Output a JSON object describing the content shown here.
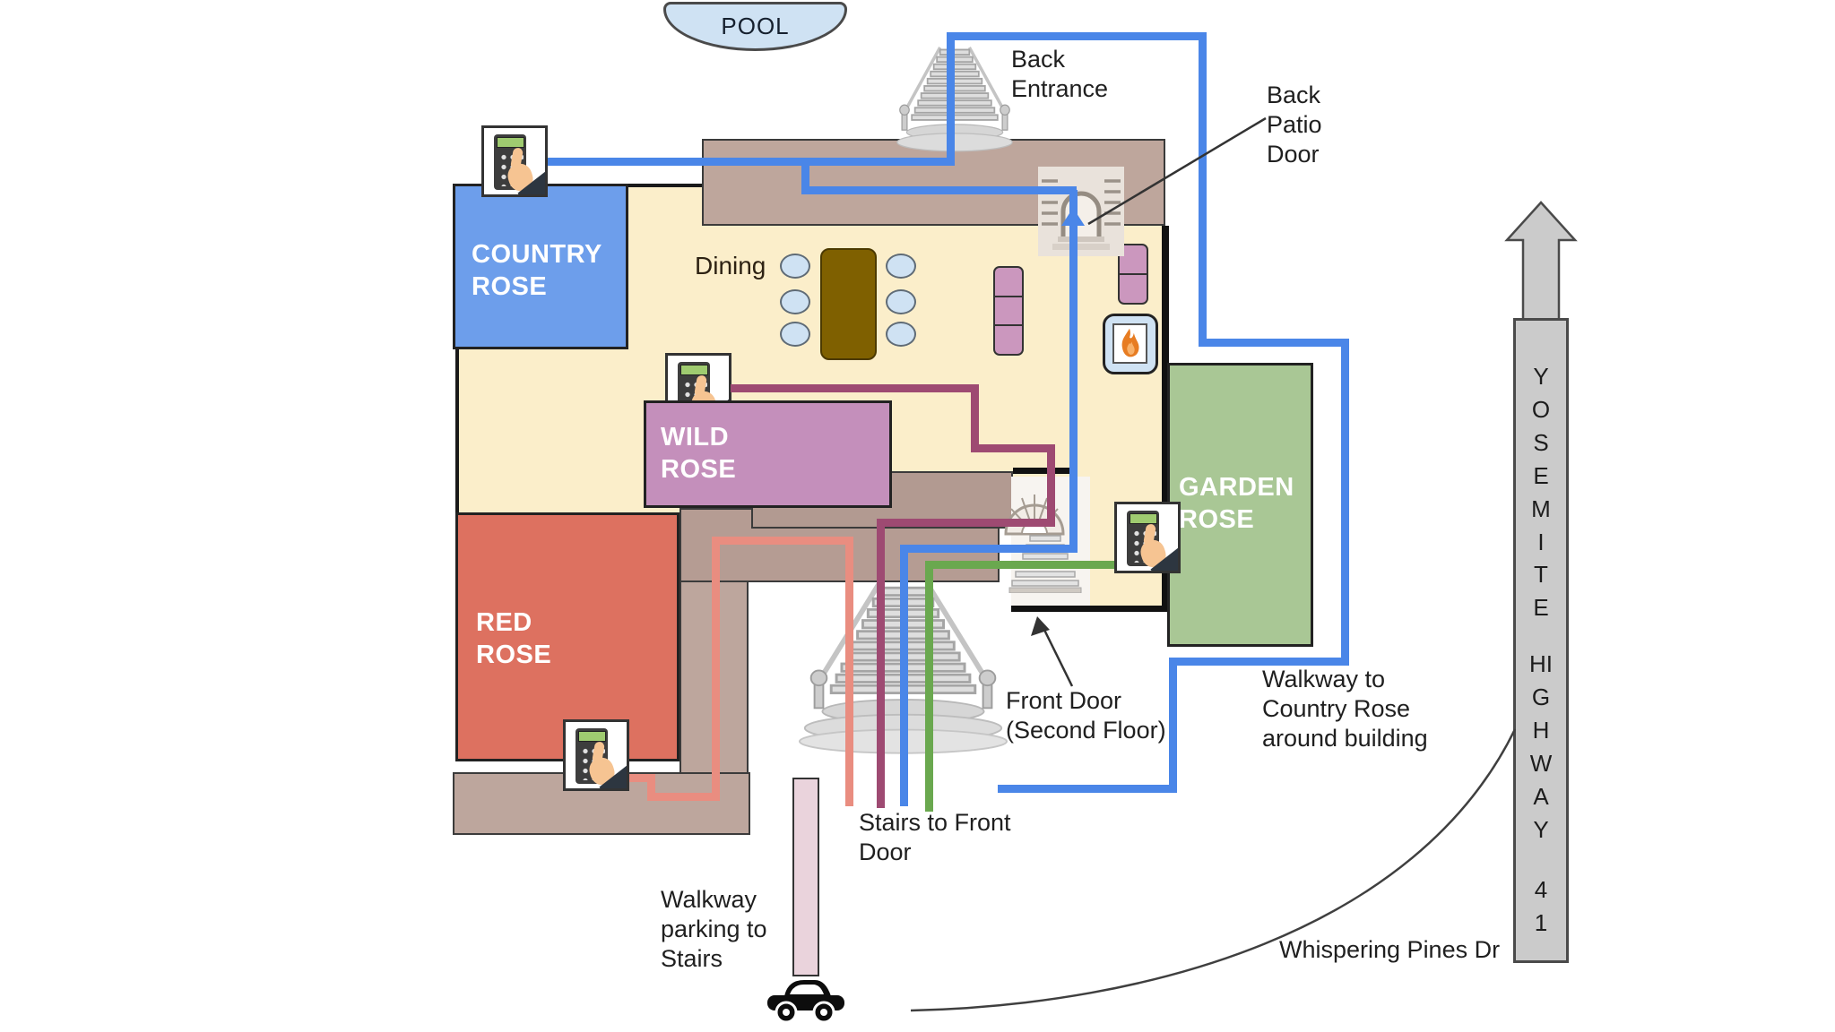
{
  "pool": {
    "label": "POOL"
  },
  "rooms": {
    "country_rose": {
      "label": "COUNTRY\nROSE",
      "color": "#6d9eeb"
    },
    "wild_rose": {
      "label": "WILD\nROSE",
      "color": "#c48fbb"
    },
    "red_rose": {
      "label": "RED\nROSE",
      "color": "#dd7160"
    },
    "garden_rose": {
      "label": "GARDEN\nROSE",
      "color": "#a9c795"
    }
  },
  "areas": {
    "dining_label": "Dining"
  },
  "annotations": {
    "back_entrance": "Back\nEntrance",
    "back_patio_door": "Back\nPatio\nDoor",
    "front_door": "Front Door\n(Second Floor)",
    "walkway_country_rose": "Walkway to\nCountry Rose\naround building",
    "stairs_to_front_door": "Stairs to Front\nDoor",
    "walkway_parking": "Walkway\nparking to\nStairs",
    "whispering_pines": "Whispering Pines Dr"
  },
  "highway": {
    "group1": "Y\nO\nS\nE\nM\nI\nT\nE",
    "group2": "HI\nG\nH\nW\nA\nY",
    "group3": "4\n1"
  },
  "paths": {
    "walkway_blue": "#4a86e8",
    "wild_rose_route_maroon": "#9e4a72",
    "red_rose_route_salmon": "#e98d80",
    "garden_rose_route_green": "#6aa84f"
  },
  "icons": {
    "keypad": "door-code-keypad",
    "fireplace": "fireplace-flame",
    "stairs": "staircase",
    "arched_door": "arched-patio-door",
    "fanlight": "front-door-fanlight",
    "car": "parked-car",
    "highway_arrow": "north-arrow"
  }
}
